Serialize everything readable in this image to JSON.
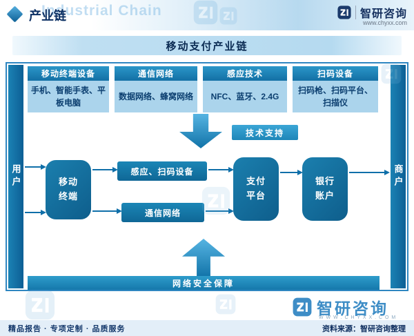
{
  "header": {
    "section_title": "产业链",
    "watermark": "Industrial Chain",
    "brand_name": "智研咨询",
    "brand_site": "www.chyxx.com"
  },
  "title_bar": {
    "title": "移动支付产业链"
  },
  "diagram": {
    "left_rail": "用户",
    "right_rail": "商户",
    "columns": [
      {
        "header": "移动终端设备",
        "body": "手机、智能手表、平板电脑"
      },
      {
        "header": "通信网络",
        "body": "数据网络、蜂窝网络"
      },
      {
        "header": "感应技术",
        "body": "NFC、蓝牙、2.4G"
      },
      {
        "header": "扫码设备",
        "body": "扫码枪、扫码平台、扫描仪"
      }
    ],
    "tech_support": "技术支持",
    "flow": {
      "terminal": "移动终端",
      "sensor_device": "感应、扫码设备",
      "network": "通信网络",
      "platform": "支付平台",
      "bank": "银行账户"
    },
    "security": "网络安全保障"
  },
  "footer": {
    "brand_name": "智研咨询",
    "brand_site_spaced": "W W W . C H Y X X . C O M",
    "services": "精品报告 · 专项定制 · 品质服务",
    "source": "资料来源：智研咨询整理"
  },
  "colors": {
    "primary_dark": "#0f6fa9",
    "primary": "#1b82b4",
    "light_blue": "#abd4ec",
    "navy_text": "#0b2f63",
    "brand_navy": "#1b3a6b",
    "brand_blue": "#3e8dc6",
    "watermark": "#7db8e0"
  }
}
